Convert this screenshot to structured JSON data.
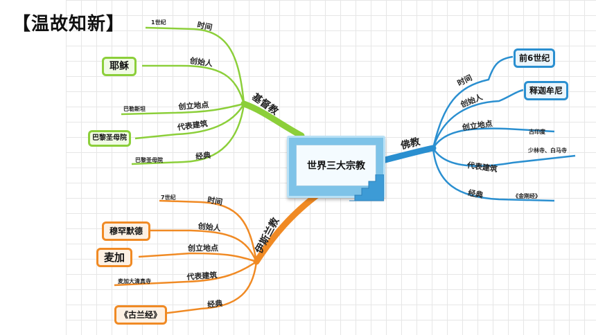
{
  "title": "【温故知新】",
  "center": "世界三大宗教",
  "colors": {
    "christianity": "#8ccf3a",
    "islam": "#f08a24",
    "buddhism": "#2a8fd0"
  },
  "christianity": {
    "name": "基督教",
    "time_label": "时间",
    "time_value": "1世纪",
    "founder_label": "创始人",
    "founder_value": "耶稣",
    "place_label": "创立地点",
    "place_value": "巴勒斯坦",
    "building_label": "代表建筑",
    "building_value": "巴黎圣母院",
    "scripture_label": "经典",
    "scripture_value": "巴黎圣母院"
  },
  "islam": {
    "name": "伊斯兰教",
    "time_label": "时间",
    "time_value": "7世纪",
    "founder_label": "创始人",
    "founder_value": "穆罕默德",
    "place_label": "创立地点",
    "place_value": "麦加",
    "building_label": "代表建筑",
    "building_value": "麦加大清真寺",
    "scripture_label": "经典",
    "scripture_value": "《古兰经》"
  },
  "buddhism": {
    "name": "佛教",
    "time_label": "时间",
    "time_value": "前6世纪",
    "founder_label": "创始人",
    "founder_value": "释迦牟尼",
    "place_label": "创立地点",
    "place_value": "古印度",
    "building_label": "代表建筑",
    "building_value": "少林寺、白马寺",
    "scripture_label": "经典",
    "scripture_value": "《金刚经》"
  }
}
